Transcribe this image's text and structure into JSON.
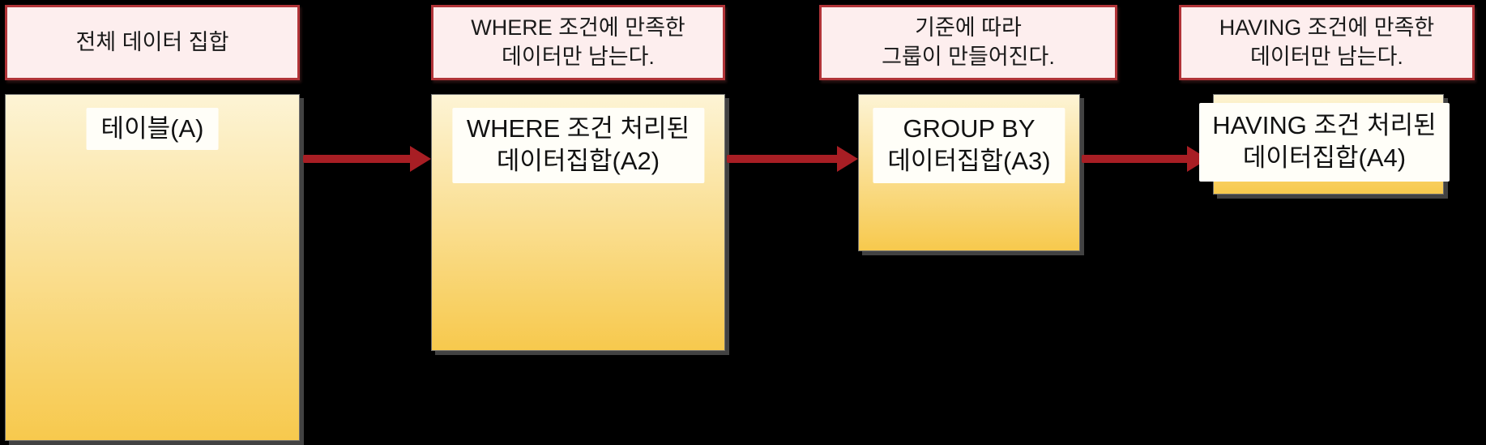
{
  "background": "#000000",
  "colors": {
    "background": "#000000",
    "label_bg": "#fdeeee",
    "label_border": "#b13438",
    "arrow": "#a81e24",
    "box_top": "#fdf4d5",
    "box_bottom": "#f7c94d",
    "strip_bg": "#fffef8"
  },
  "stages": [
    {
      "caption": "전체 데이터 집합",
      "caption_line2": "",
      "title": "테이블(A)",
      "title_line2": ""
    },
    {
      "caption": "WHERE 조건에 만족한",
      "caption_line2": "데이터만 남는다.",
      "title": "WHERE 조건 처리된",
      "title_line2": "데이터집합(A2)"
    },
    {
      "caption": "기준에 따라",
      "caption_line2": "그룹이 만들어진다.",
      "title": "GROUP BY",
      "title_line2": "데이터집합(A3)"
    },
    {
      "caption": "HAVING 조건에 만족한",
      "caption_line2": "데이터만 남는다.",
      "title": "HAVING 조건 처리된",
      "title_line2": "데이터집합(A4)"
    }
  ]
}
